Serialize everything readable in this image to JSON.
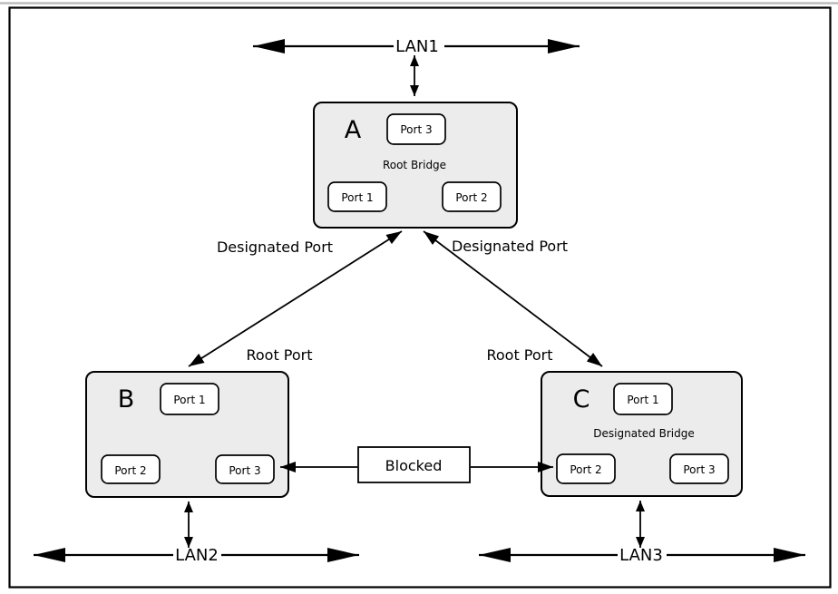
{
  "figure": {
    "lans": {
      "lan1": {
        "label": "LAN1"
      },
      "lan2": {
        "label": "LAN2"
      },
      "lan3": {
        "label": "LAN3"
      }
    },
    "bridges": {
      "a": {
        "letter": "A",
        "role": "Root Bridge",
        "port_top": "Port 3",
        "port_left": "Port 1",
        "port_right": "Port 2"
      },
      "b": {
        "letter": "B",
        "port_top": "Port 1",
        "port_left": "Port 2",
        "port_right": "Port 3"
      },
      "c": {
        "letter": "C",
        "role": "Designated Bridge",
        "port_top": "Port 1",
        "port_left": "Port 2",
        "port_right": "Port 3"
      }
    },
    "links": {
      "designated_port_left": "Designated Port",
      "designated_port_right": "Designated Port",
      "root_port_left": "Root Port",
      "root_port_right": "Root Port",
      "blocked": "Blocked"
    },
    "colors": {
      "line": "#000000",
      "bridge_fill": "#ececec",
      "port_fill": "#ffffff",
      "blocked_fill": "#ffffff",
      "frame": "#000000",
      "top_rule": "#bdbdbd",
      "background": "#ffffff"
    }
  }
}
